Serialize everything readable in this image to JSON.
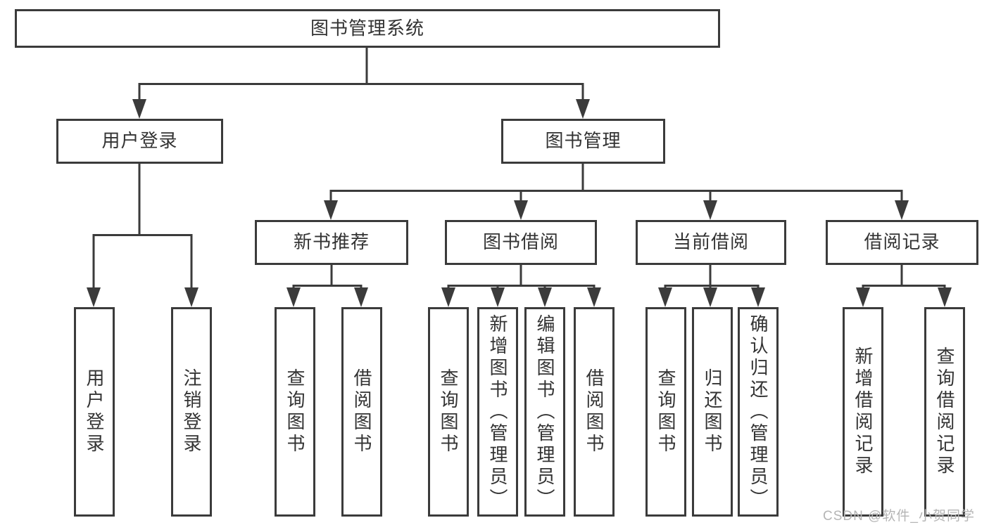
{
  "root": {
    "label": "图书管理系统"
  },
  "branches": [
    {
      "label": "用户登录",
      "children": [
        {
          "label": "用户登录"
        },
        {
          "label": "注销登录"
        }
      ]
    },
    {
      "label": "图书管理",
      "children": [
        {
          "label": "新书推荐",
          "children": [
            {
              "label": "查询图书"
            },
            {
              "label": "借阅图书"
            }
          ]
        },
        {
          "label": "图书借阅",
          "children": [
            {
              "label": "查询图书"
            },
            {
              "label": "新增图书（管理员）"
            },
            {
              "label": "编辑图书（管理员）"
            },
            {
              "label": "借阅图书"
            }
          ]
        },
        {
          "label": "当前借阅",
          "children": [
            {
              "label": "查询图书"
            },
            {
              "label": "归还图书"
            },
            {
              "label": "确认归还（管理员）"
            }
          ]
        },
        {
          "label": "借阅记录",
          "children": [
            {
              "label": "新增借阅记录"
            },
            {
              "label": "查询借阅记录"
            }
          ]
        }
      ]
    }
  ],
  "watermark": {
    "text": "CSDN @软件_小贺同学"
  },
  "colors": {
    "line": "#3b3b3b",
    "text": "#333333",
    "background": "#ffffff",
    "watermark": "#b5b5b5"
  }
}
